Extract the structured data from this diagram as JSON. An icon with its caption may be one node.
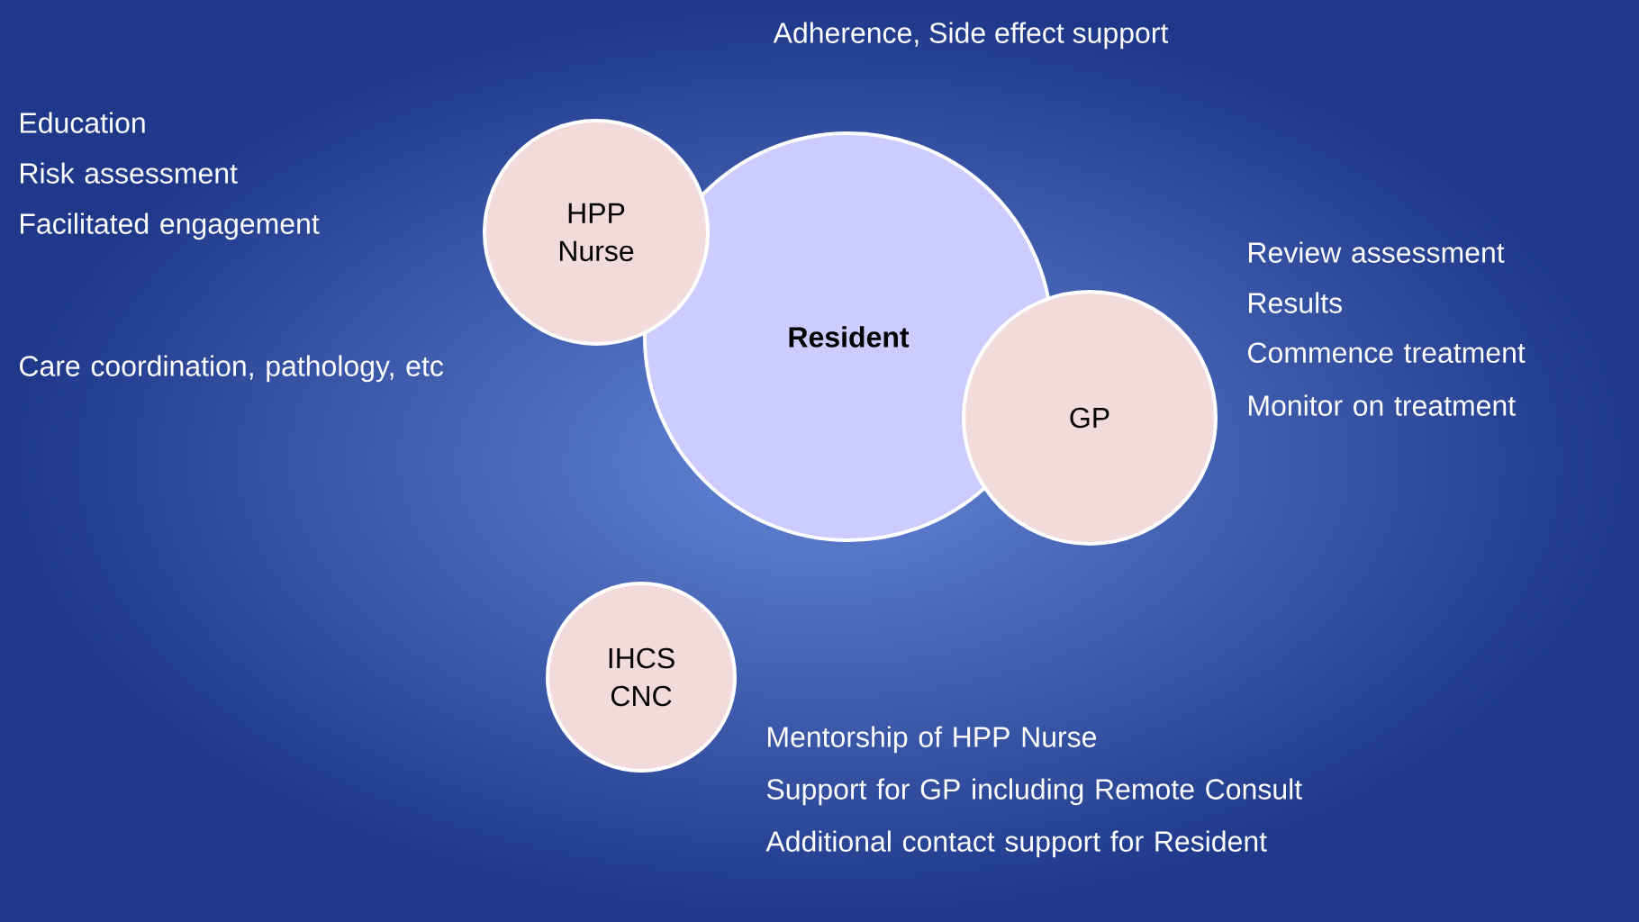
{
  "diagram": {
    "nodes": [
      {
        "text": [
          "Resident"
        ]
      },
      {
        "text": [
          "HPP Nurse"
        ]
      },
      {
        "text": [
          "GP"
        ]
      },
      {
        "text": [
          "IHCS CNC"
        ]
      }
    ],
    "labels": [
      "Adherence, Side effect support",
      "Education",
      "Risk assessment",
      "Facilitated engagement",
      "Care coordination, pathology, etc",
      "Review assessment",
      "Results",
      "Commence treatment",
      "Monitor on treatment",
      "Mentorship of HPP Nurse",
      "Support for GP including Remote Consult",
      "Additional contact support for Resident"
    ]
  }
}
